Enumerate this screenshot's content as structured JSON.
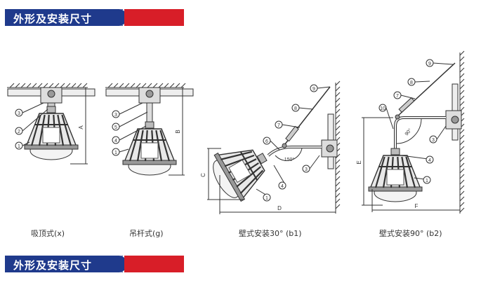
{
  "section_header": {
    "title": "外形及安装尺寸",
    "colors": {
      "blue": "#1f3a8c",
      "red": "#d81e28"
    }
  },
  "section_header_2": {
    "title": "外形及安装尺寸"
  },
  "figures": [
    {
      "caption": "吸顶式(x)",
      "dimension": "A",
      "callouts": [
        "3",
        "2",
        "1"
      ]
    },
    {
      "caption": "吊杆式(g)",
      "dimension": "B",
      "callouts": [
        "3",
        "5",
        "4",
        "1"
      ]
    },
    {
      "caption": "壁式安装30°  (b1)",
      "dimensions": [
        "C",
        "D"
      ],
      "angle": "150°",
      "callouts": [
        "9",
        "8",
        "7",
        "6",
        "4",
        "1",
        "3"
      ]
    },
    {
      "caption": "壁式安装90°  (b2)",
      "dimensions": [
        "E",
        "F"
      ],
      "angle": "90°",
      "callouts": [
        "9",
        "8",
        "7",
        "10",
        "3",
        "4",
        "1"
      ]
    }
  ]
}
